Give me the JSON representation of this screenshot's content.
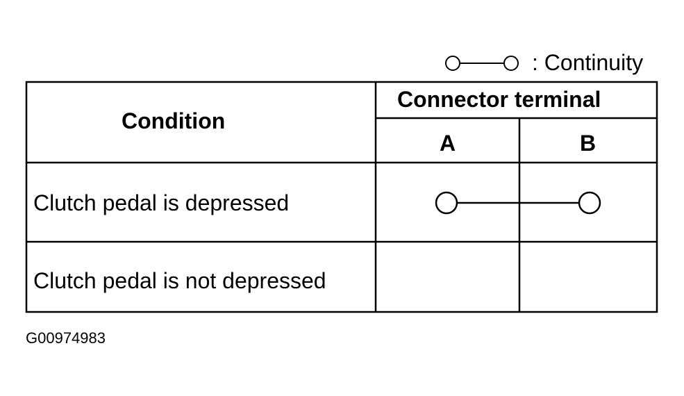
{
  "legend": {
    "symbol_icon": "continuity-symbol-icon",
    "label": ": Continuity"
  },
  "table": {
    "header": {
      "condition": "Condition",
      "connector_terminal": "Connector terminal",
      "terminals": [
        "A",
        "B"
      ]
    },
    "rows": [
      {
        "condition": "Clutch pedal is depressed",
        "continuity_A_B": true
      },
      {
        "condition": "Clutch pedal is not depressed",
        "continuity_A_B": false
      }
    ]
  },
  "figure_id": "G00974983"
}
